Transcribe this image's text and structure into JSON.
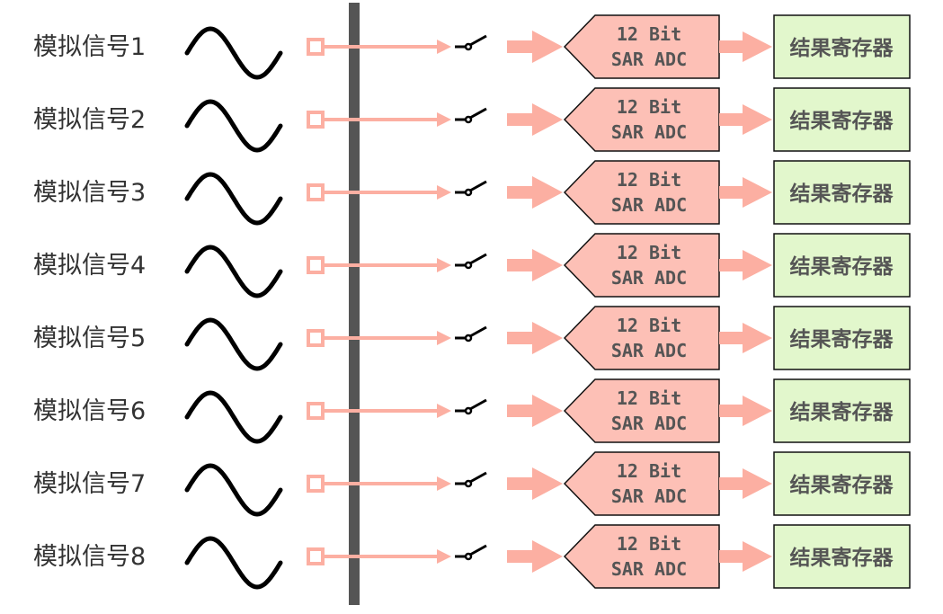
{
  "colors": {
    "background": "#ffffff",
    "channel_pink": "#fcafa2",
    "adc_fill": "#fdc0b6",
    "register_fill": "#e2f7cc",
    "bus_gray": "#555555",
    "text_gray": "#555555",
    "label_color": "#333333"
  },
  "adc": {
    "line1": "12 Bit",
    "line2": "SAR ADC"
  },
  "register_label": "结果寄存器",
  "channels": [
    {
      "label": "模拟信号1"
    },
    {
      "label": "模拟信号2"
    },
    {
      "label": "模拟信号3"
    },
    {
      "label": "模拟信号4"
    },
    {
      "label": "模拟信号5"
    },
    {
      "label": "模拟信号6"
    },
    {
      "label": "模拟信号7"
    },
    {
      "label": "模拟信号8"
    }
  ],
  "icons": {
    "waveform": "sine-wave-icon",
    "pin": "input-pin-icon",
    "switch": "switch-icon",
    "arrow": "arrow-right-icon"
  }
}
